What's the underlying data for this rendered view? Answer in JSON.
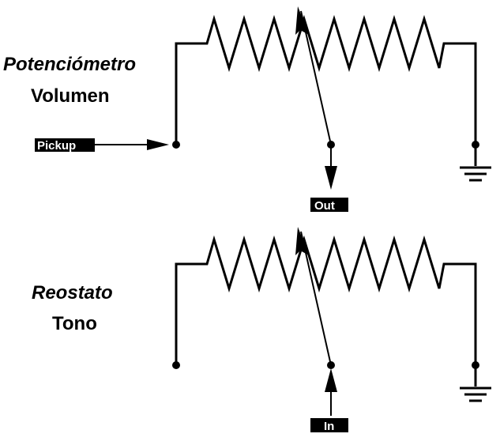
{
  "volume_circuit": {
    "title_line1": "Potenciómetro",
    "title_line2": "Volumen",
    "input_label": "Pickup",
    "output_label": "Out"
  },
  "tone_circuit": {
    "title_line1": "Reostato",
    "title_line2": "Tono",
    "input_label": "In"
  },
  "colors": {
    "ink": "#000000",
    "background": "#ffffff",
    "label_text": "#ffffff"
  },
  "icons": [
    "resistor-zigzag",
    "wiper-arrow",
    "ground-symbol",
    "connection-dot"
  ]
}
